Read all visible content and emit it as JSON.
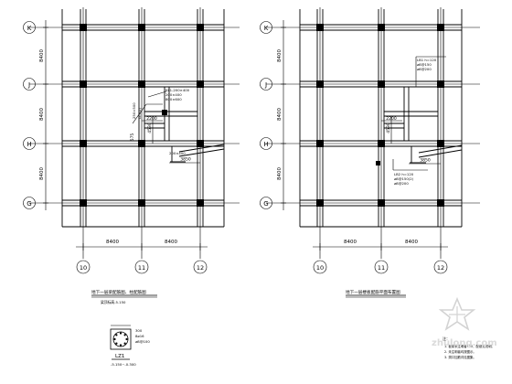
{
  "plans": [
    {
      "grid_rows": [
        "K",
        "J",
        "H",
        "G"
      ],
      "grid_cols": [
        "10",
        "11",
        "12"
      ],
      "row_spacing": [
        "8400",
        "8400",
        "8400"
      ],
      "col_spacing": [
        "8400",
        "8400"
      ],
      "dims": [
        "4530",
        "3850",
        "2200",
        "575"
      ],
      "notes": [
        "KL1-200×400",
        "200×400",
        "800×600",
        "250×500",
        "LL1(2)",
        "200×400"
      ],
      "title": "地下一层梁配筋图、柱配筋图",
      "subtitle": "梁顶标高-5.150"
    },
    {
      "grid_rows": [
        "K",
        "J",
        "H",
        "G"
      ],
      "grid_cols": [
        "10",
        "11",
        "12"
      ],
      "row_spacing": [
        "8400",
        "8400",
        "8400"
      ],
      "col_spacing": [
        "8400",
        "8400"
      ],
      "dims": [
        "4530",
        "3850",
        "2200"
      ],
      "notes": [
        "LB1 h=120",
        "⌀8@150",
        "⌀8@200",
        "LB2 h=120",
        "⌀8@150(2)",
        "⌀8@200"
      ],
      "title": "地下一层楼板配筋平面布置图"
    }
  ],
  "column_detail": {
    "label": "LZ1",
    "elevation": "-5.150~-0.300",
    "size": "300",
    "rebar": [
      "8⌀16",
      "⌀8@100"
    ]
  },
  "legend": {
    "heading": "注：",
    "lines": [
      "1. 板厚未注明者120，配筋见说明。",
      "2. 未注明者均按图示。",
      "3. 洞口加筋详见图集。"
    ]
  },
  "watermark": {
    "text": "zhulong.com"
  },
  "colors": {
    "ink": "#000000",
    "watermark": "#d6d6d6"
  }
}
